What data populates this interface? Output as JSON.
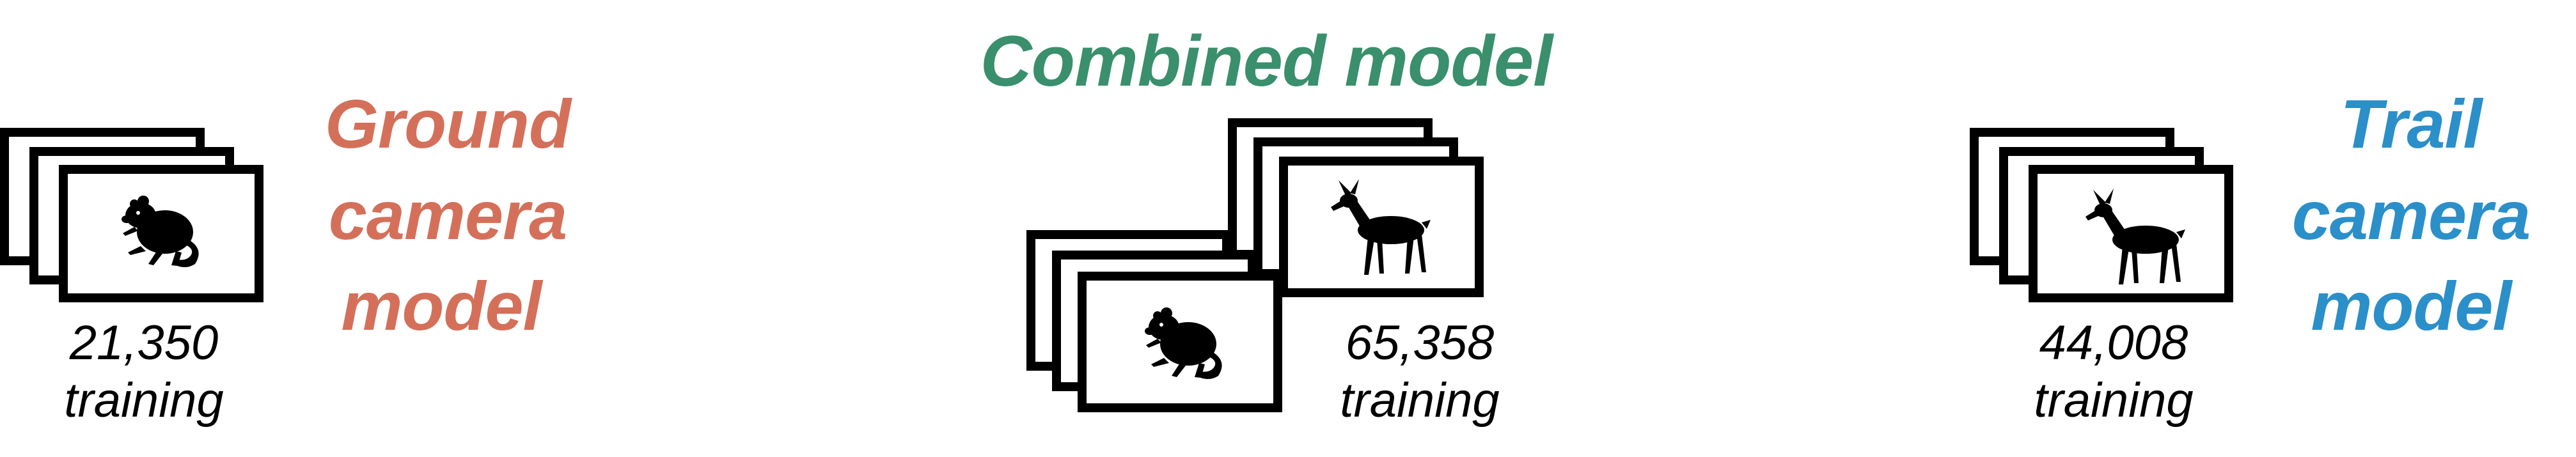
{
  "colors": {
    "ground": "#d4705a",
    "combined": "#3a8f6c",
    "trail": "#2b8fc9",
    "frame": "#000000"
  },
  "ground_panel": {
    "title_lines": [
      "Ground",
      "camera",
      "model"
    ],
    "count": "21,350",
    "count_label": "training",
    "icon": "rodent-icon"
  },
  "combined_panel": {
    "title": "Combined model",
    "count": "65,358",
    "count_label": "training",
    "icons": [
      "deer-icon",
      "rodent-icon"
    ]
  },
  "trail_panel": {
    "title_lines": [
      "Trail",
      "camera",
      "model"
    ],
    "count": "44,008",
    "count_label": "training",
    "icon": "deer-icon"
  }
}
